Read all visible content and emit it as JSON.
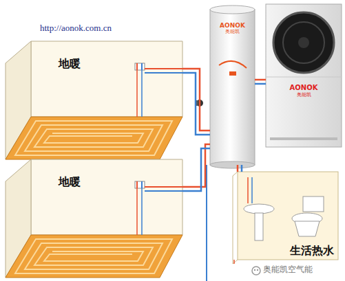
{
  "diagram": {
    "nodes": [
      {
        "text": [
          "地暖"
        ]
      },
      {
        "text": [
          "地暖"
        ]
      },
      {
        "text": [
          "AONOK",
          "奥能凯"
        ]
      },
      {
        "text": [
          "AONOK",
          "奥能凯"
        ]
      },
      {
        "text": [
          "生活热水"
        ]
      }
    ],
    "edges": [
      {
        "from": 2,
        "to": 0,
        "arrow": "none"
      },
      {
        "from": 2,
        "to": 1,
        "arrow": "none"
      },
      {
        "from": 3,
        "to": 2,
        "arrow": "none"
      },
      {
        "from": 2,
        "to": 4,
        "arrow": "none"
      }
    ],
    "labels": [
      "http://aonok.com.cn",
      "奥能凯空气能"
    ]
  }
}
